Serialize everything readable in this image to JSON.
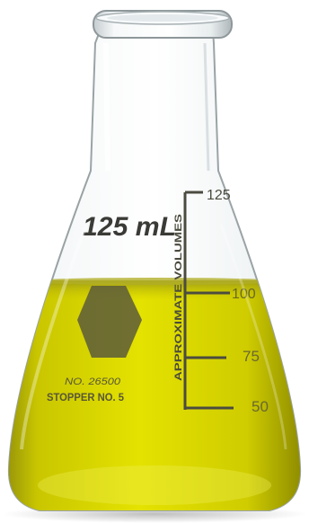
{
  "flask": {
    "capacity_label": "125 mL",
    "side_text": "APPROXIMATE VOLUMES",
    "scale_marks": [
      "125",
      "100",
      "75",
      "50"
    ],
    "catalog_number": "NO. 26500",
    "stopper_text": "STOPPER NO. 5",
    "glass_color": "#e9eef0",
    "liquid_color": "#d6d400",
    "print_color": "#555542"
  }
}
